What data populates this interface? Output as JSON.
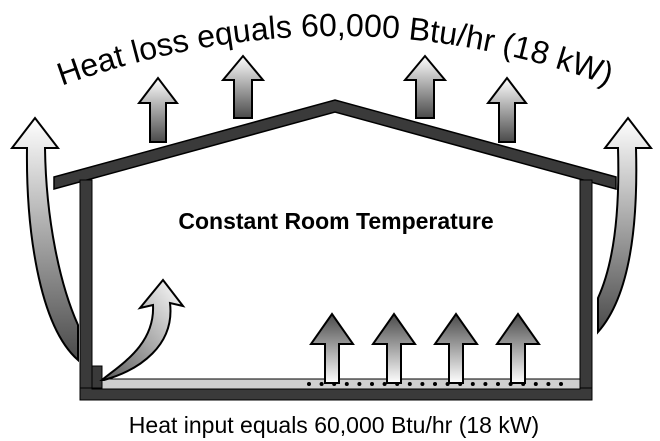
{
  "diagram": {
    "heat_loss_label": "Heat loss equals 60,000 Btu/hr (18 kW)",
    "room_label": "Constant Room Temperature",
    "heat_input_label": "Heat input equals 60,000 Btu/hr (18 kW)"
  },
  "colors": {
    "outline": "#000000",
    "wall": "#3a3a3a",
    "floor_strip": "#cfcfcf",
    "arrow_light": "#ffffff",
    "arrow_dark": "#555555"
  }
}
